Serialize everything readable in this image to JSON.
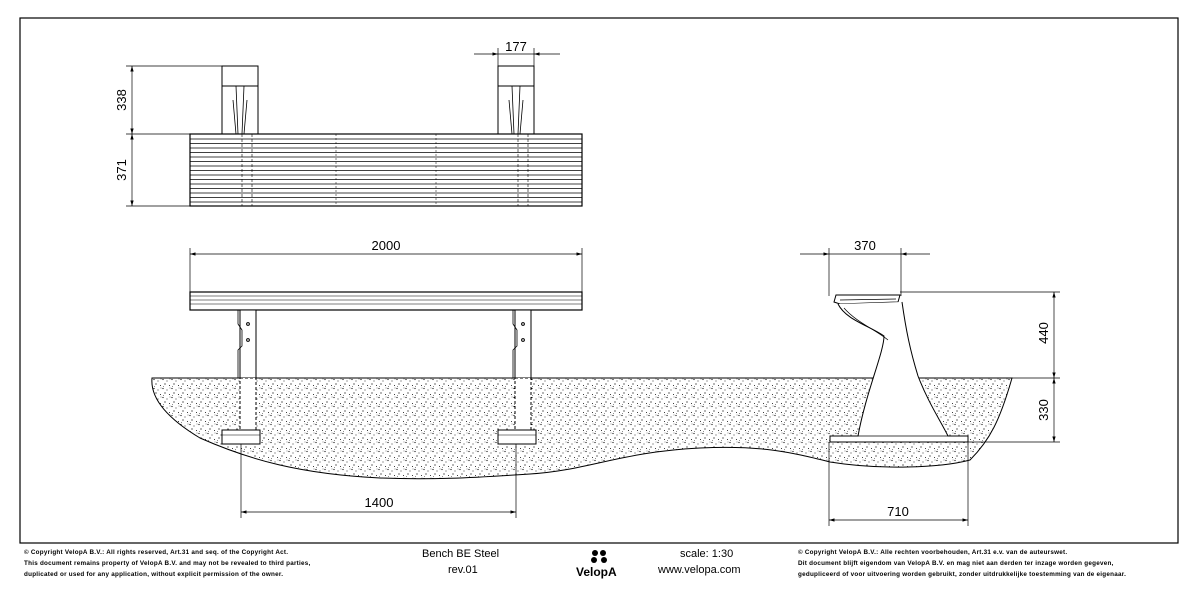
{
  "dimensions": {
    "backrest_height": "338",
    "seat_height_top": "371",
    "post_width": "177",
    "bench_length": "2000",
    "leg_spacing": "1400",
    "side_depth": "370",
    "side_height": "440",
    "foundation_depth": "330",
    "foundation_width": "710"
  },
  "footer": {
    "copyright_en_line1": "© Copyright VelopA B.V.: All rights reserved, Art.31 and seq. of the Copyright Act.",
    "copyright_en_line2": "This document remains property of VelopA B.V. and may not be revealed to third parties,",
    "copyright_en_line3": "duplicated or used for any application, without explicit permission of the owner.",
    "product_name": "Bench BE Steel",
    "revision": "rev.01",
    "logo_text": "VelopA",
    "scale": "scale: 1:30",
    "website": "www.velopa.com",
    "copyright_nl_line1": "© Copyright VelopA B.V.: Alle rechten voorbehouden, Art.31 e.v. van de auteurswet.",
    "copyright_nl_line2": "Dit document blijft eigendom van VelopA B.V. en mag niet aan derden ter inzage worden gegeven,",
    "copyright_nl_line3": "gedupliceerd of voor uitvoering worden gebruikt, zonder uitdrukkelijke toestemming van de eigenaar."
  }
}
